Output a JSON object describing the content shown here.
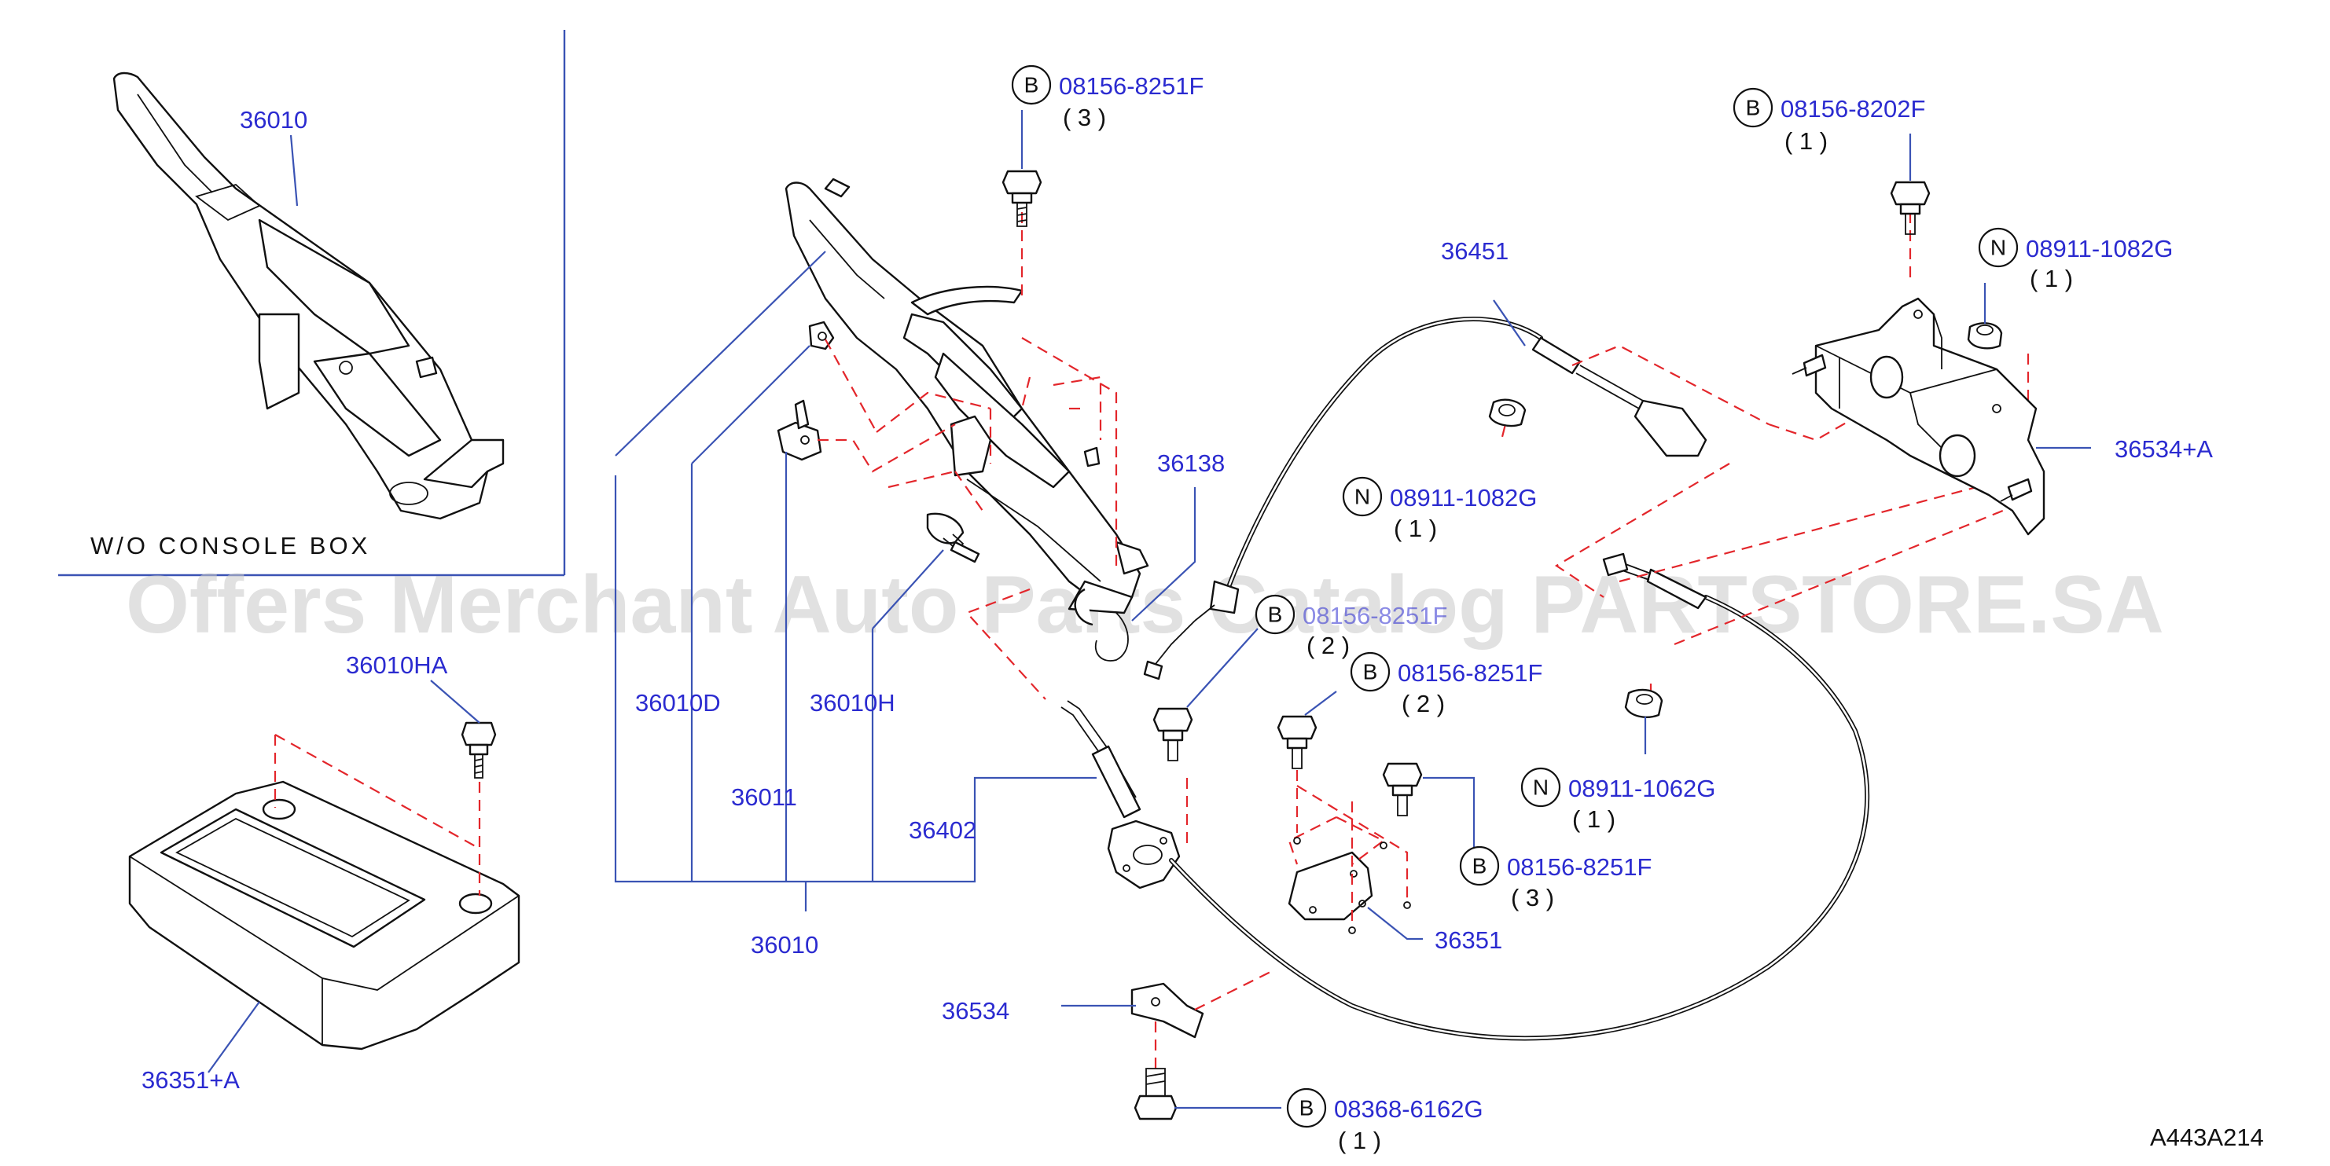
{
  "watermark": "Offers Merchant Auto Parts Catalog PARTSTORE.SA",
  "inset_label": "W/O CONSOLE BOX",
  "diagram_code": "A443A214",
  "labels": {
    "p36010_top": "36010",
    "p36010_bottom": "36010",
    "p36010D": "36010D",
    "p36010H": "36010H",
    "p36011": "36011",
    "p36402": "36402",
    "p36138": "36138",
    "p36451": "36451",
    "p36534A": "36534+A",
    "p36534": "36534",
    "p36351": "36351",
    "p36351A": "36351+A",
    "p36010HA": "36010HA"
  },
  "fasteners": [
    {
      "type": "B",
      "part": "08156-8251F",
      "qty": "( 3 )"
    },
    {
      "type": "B",
      "part": "08156-8202F",
      "qty": "( 1 )"
    },
    {
      "type": "N",
      "part": "08911-1082G",
      "qty": "( 1 )"
    },
    {
      "type": "N",
      "part": "08911-1082G",
      "qty": "( 1 )"
    },
    {
      "type": "B",
      "part": "08156-8251F",
      "qty": "( 2 )"
    },
    {
      "type": "B",
      "part": "08156-8251F",
      "qty": "( 2 )"
    },
    {
      "type": "N",
      "part": "08911-1062G",
      "qty": "( 1 )"
    },
    {
      "type": "B",
      "part": "08156-8251F",
      "qty": "( 3 )"
    },
    {
      "type": "B",
      "part": "08368-6162G",
      "qty": "( 1 )"
    }
  ]
}
